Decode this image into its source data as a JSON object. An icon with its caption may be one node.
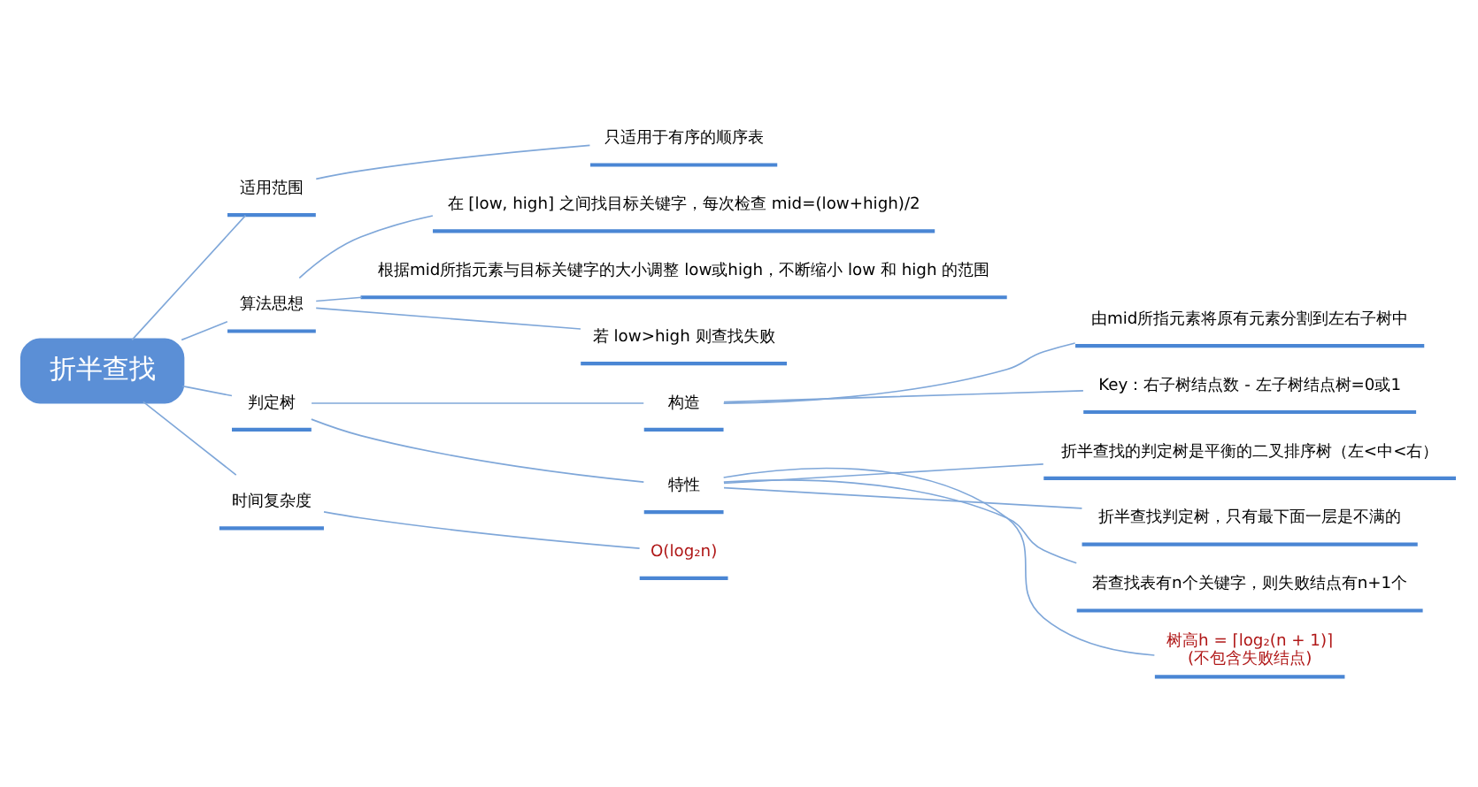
{
  "diagram": {
    "nodes": [
      {
        "text": [
          "折半查找"
        ]
      },
      {
        "text": [
          "适用范围"
        ]
      },
      {
        "text": [
          "只适用于有序的顺序表"
        ]
      },
      {
        "text": [
          "算法思想"
        ]
      },
      {
        "text": [
          "在 [low, high] 之间找目标关键字，每次检查 mid=(low+high)/2"
        ]
      },
      {
        "text": [
          "根据mid所指元素与目标关键字的大小调整 low或high，不断缩小 low 和 high 的范围"
        ]
      },
      {
        "text": [
          "若 low>high 则查找失败"
        ]
      },
      {
        "text": [
          "判定树"
        ]
      },
      {
        "text": [
          "构造"
        ]
      },
      {
        "text": [
          "由mid所指元素将原有元素分割到左右子树中"
        ]
      },
      {
        "text": [
          "Key：右子树结点数 - 左子树结点树=0或1"
        ]
      },
      {
        "text": [
          "特性"
        ]
      },
      {
        "text": [
          "折半查找的判定树是平衡的二叉排序树（左<中<右）"
        ]
      },
      {
        "text": [
          "折半查找判定树，只有最下面一层是不满的"
        ]
      },
      {
        "text": [
          "若查找表有n个关键字，则失败结点有n+1个"
        ]
      },
      {
        "text": [
          "树高h = ⌈log₂(n + 1)⌉",
          "(不包含失败结点)"
        ]
      },
      {
        "text": [
          "时间复杂度"
        ]
      },
      {
        "text": [
          "O(log₂n)"
        ]
      }
    ],
    "edges": [
      {
        "from": 0,
        "to": 1,
        "arrow": "none"
      },
      {
        "from": 1,
        "to": 2,
        "arrow": "none"
      },
      {
        "from": 0,
        "to": 3,
        "arrow": "none"
      },
      {
        "from": 3,
        "to": 4,
        "arrow": "none"
      },
      {
        "from": 3,
        "to": 5,
        "arrow": "none"
      },
      {
        "from": 3,
        "to": 6,
        "arrow": "none"
      },
      {
        "from": 0,
        "to": 7,
        "arrow": "none"
      },
      {
        "from": 7,
        "to": 8,
        "arrow": "none"
      },
      {
        "from": 8,
        "to": 9,
        "arrow": "none"
      },
      {
        "from": 8,
        "to": 10,
        "arrow": "none"
      },
      {
        "from": 7,
        "to": 11,
        "arrow": "none"
      },
      {
        "from": 11,
        "to": 12,
        "arrow": "none"
      },
      {
        "from": 11,
        "to": 13,
        "arrow": "none"
      },
      {
        "from": 11,
        "to": 14,
        "arrow": "none"
      },
      {
        "from": 11,
        "to": 15,
        "arrow": "none"
      },
      {
        "from": 0,
        "to": 16,
        "arrow": "none"
      },
      {
        "from": 16,
        "to": 17,
        "arrow": "none"
      }
    ]
  }
}
